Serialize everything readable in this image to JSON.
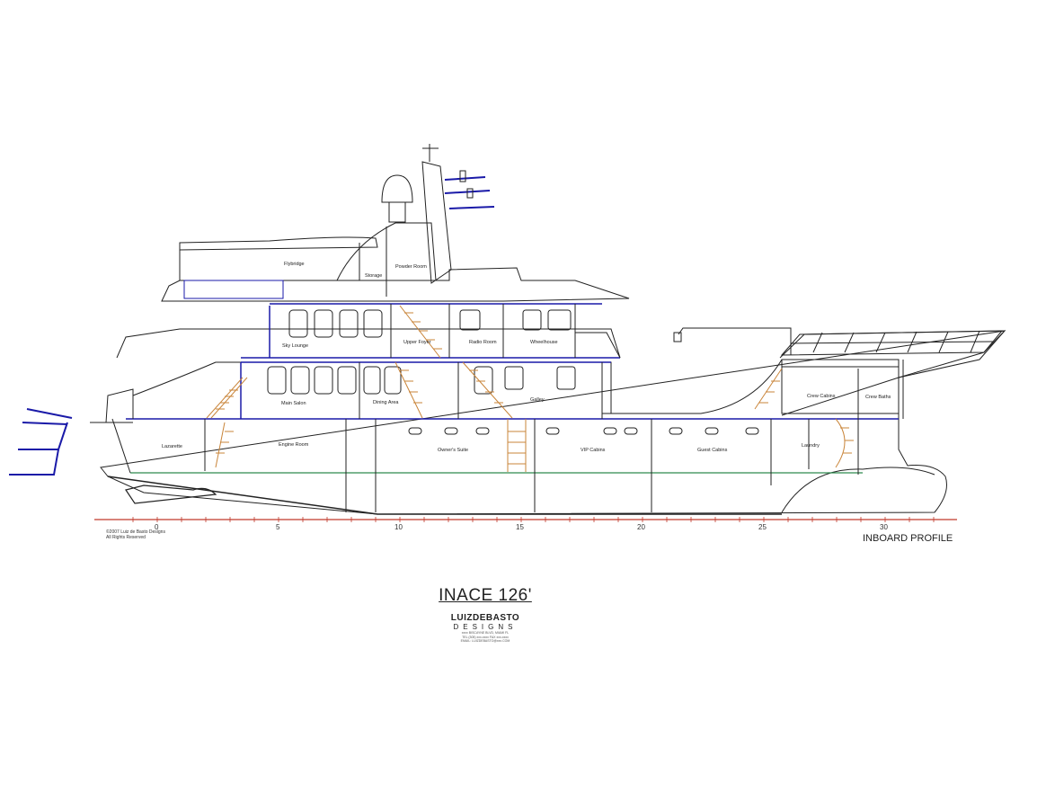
{
  "title": "INACE 126'",
  "drawing_label": "INBOARD PROFILE",
  "copyright": [
    "©2007 Luiz de Basto Designs",
    "All Rights Reserved"
  ],
  "logo": {
    "name": "LUIZDEBASTO",
    "sub": "DESIGNS",
    "lines": [
      "xxxx BISCAYNE BLVD, MIAMI FL",
      "TEL (305) xxx-xxxx FAX xxx-xxxx",
      "EMAIL: LUIZDEBASTO@xxx.COM"
    ]
  },
  "rooms": {
    "flybridge": "Flybridge",
    "storage": "Storage",
    "powder_room": "Powder Room",
    "sky_lounge": "Sky Lounge",
    "upper_foyer": "Upper Foyer",
    "radio_room": "Radio Room",
    "wheelhouse": "Wheelhouse",
    "main_salon": "Main Salon",
    "dining_area": "Dining Area",
    "galley": "Galley",
    "crew_cabins": "Crew Cabins",
    "crew_baths": "Crew Baths",
    "lazarette": "Lazarette",
    "engine_room": "Engine Room",
    "owners_suite": "Owner's Suite",
    "vip_cabins": "VIP Cabins",
    "guest_cabins": "Guest Cabins",
    "laundry": "Laundry"
  },
  "scale_ticks": [
    "0",
    "5",
    "10",
    "15",
    "20",
    "25",
    "30"
  ],
  "colors": {
    "line": "#222222",
    "deck_blue": "#1a1aa8",
    "green": "#2d8a4e",
    "stair": "#c9853a",
    "red_scale": "#c0392b"
  }
}
